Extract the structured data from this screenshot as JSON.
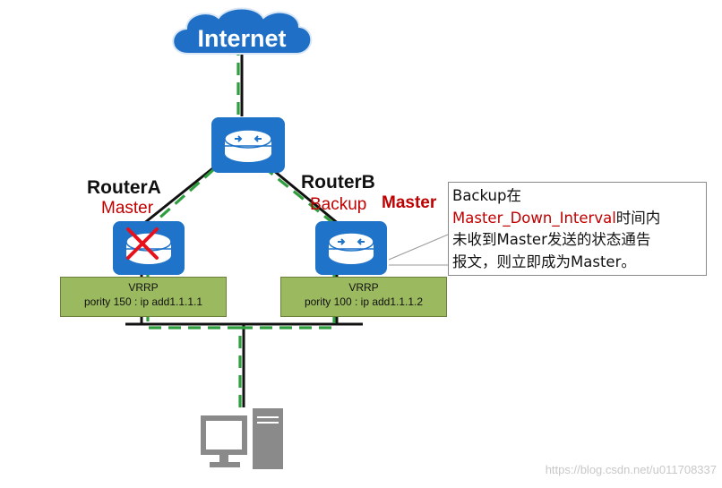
{
  "diagram": {
    "internet": {
      "label": "Internet"
    },
    "router_a": {
      "name": "RouterA",
      "status": "Master",
      "vrrp_title": "VRRP",
      "vrrp_detail": "pority 150 : ip add1.1.1.1"
    },
    "router_b": {
      "name": "RouterB",
      "status_old": "Backup",
      "status_new": "Master",
      "vrrp_title": "VRRP",
      "vrrp_detail": "pority 100 : ip add1.1.1.2"
    },
    "callout": {
      "line1": "Backup在",
      "line2_red": "Master_Down_Interval",
      "line2_rest": "时间内",
      "line3": "未收到Master发送的状态通告",
      "line4": "报文，则立即成为Master。"
    },
    "colors": {
      "router_blue": "#1f73c8",
      "cloud_blue": "#1e6fc5",
      "vrrp_green": "#9bb95f",
      "path_green": "#2e9e3e",
      "status_red": "#c00000",
      "failure_red": "#e8101a"
    },
    "icons": [
      "cloud-icon",
      "router-icon",
      "failure-x-icon",
      "computer-icon"
    ]
  },
  "watermark": "https://blog.csdn.net/u011708337"
}
